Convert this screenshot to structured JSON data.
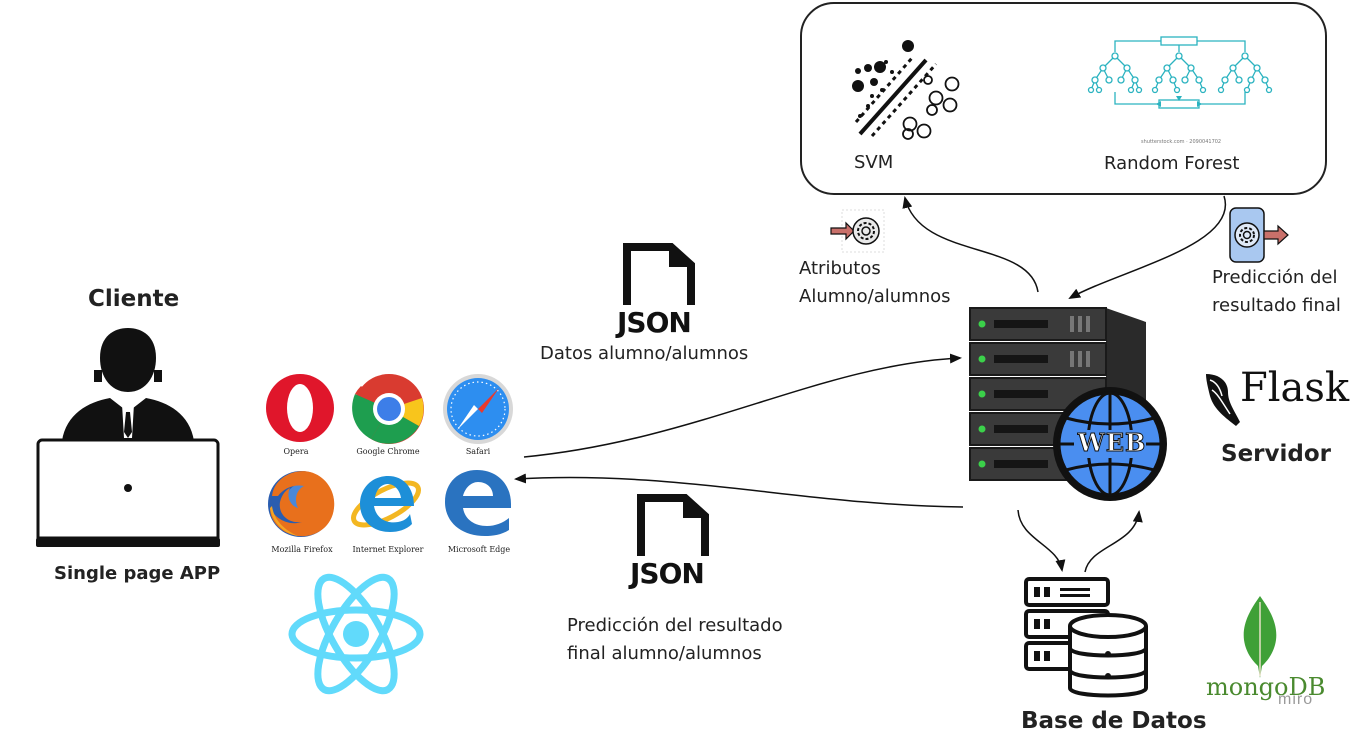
{
  "client": {
    "title": "Cliente",
    "subtitle": "Single page APP"
  },
  "browsers": [
    {
      "name": "Opera",
      "icon": "opera-icon"
    },
    {
      "name": "Google Chrome",
      "icon": "chrome-icon"
    },
    {
      "name": "Safari",
      "icon": "safari-icon"
    },
    {
      "name": "Mozilla Firefox",
      "icon": "firefox-icon"
    },
    {
      "name": "Internet Explorer",
      "icon": "internet-explorer-icon"
    },
    {
      "name": "Microsoft Edge",
      "icon": "edge-icon"
    }
  ],
  "json_request": {
    "badge": "JSON",
    "label": "Datos alumno/alumnos"
  },
  "json_response": {
    "badge": "JSON",
    "label_line1": "Predicción del resultado",
    "label_line2": "final alumno/alumnos"
  },
  "models": {
    "svm_label": "SVM",
    "rf_label": "Random Forest",
    "rf_watermark": "shutterstock.com · 2090041702"
  },
  "attributes": {
    "line1": "Atributos",
    "line2": "Alumno/alumnos"
  },
  "prediction": {
    "line1": "Predicción del",
    "line2": "resultado final"
  },
  "server": {
    "web_badge": "WEB",
    "framework": "Flask",
    "title": "Servidor"
  },
  "database": {
    "title": "Base de Datos",
    "engine": "mongoDB",
    "watermark": "miro"
  },
  "colors": {
    "react": "#61dafb",
    "forest": "#2bb3c0",
    "server_dark": "#3a3a3a",
    "globe_blue": "#4a8ef0",
    "mongo_green": "#4a8a2f",
    "prediction_arrow": "#c9706a"
  }
}
